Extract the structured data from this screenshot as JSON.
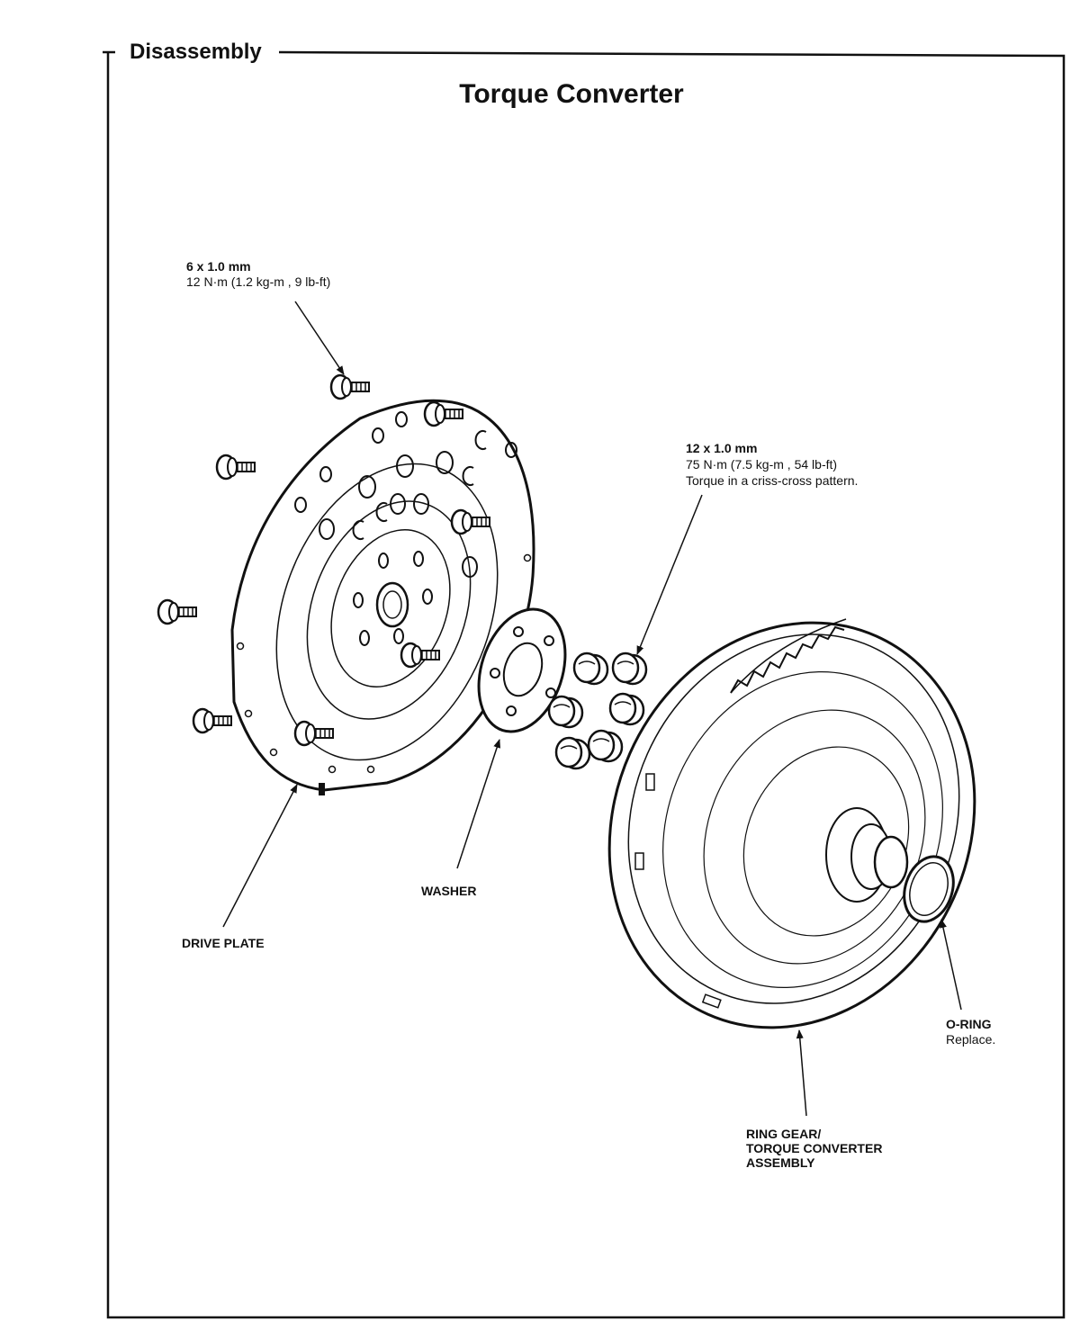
{
  "section_label": "Disassembly",
  "title": "Torque Converter",
  "callouts": {
    "small_bolt": {
      "size": "6 x 1.0 mm",
      "torque": "12 N·m (1.2 kg-m , 9 lb-ft)"
    },
    "large_bolt": {
      "size": "12 x 1.0 mm",
      "torque": "75 N·m (7.5 kg-m , 54 lb-ft)",
      "note": "Torque in a criss-cross pattern."
    },
    "washer": "WASHER",
    "drive_plate": "DRIVE PLATE",
    "o_ring": {
      "name": "O-RING",
      "note": "Replace."
    },
    "ring_gear": [
      "RING GEAR/",
      "TORQUE CONVERTER",
      "ASSEMBLY"
    ]
  },
  "colors": {
    "ink": "#111111",
    "paper": "#ffffff"
  }
}
